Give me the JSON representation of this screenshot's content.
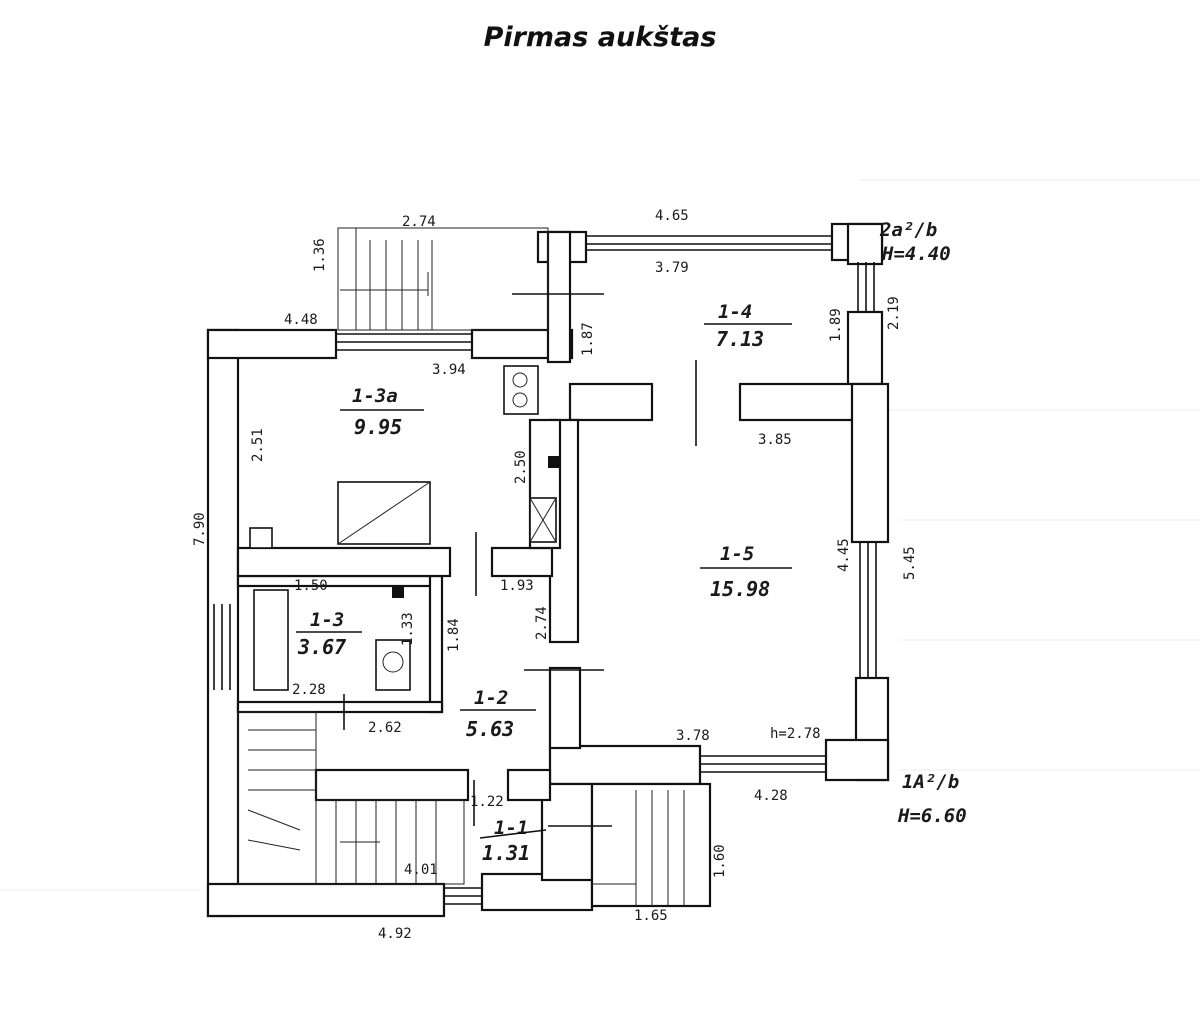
{
  "title": "Pirmas aukštas",
  "rooms": [
    {
      "id": "1-1",
      "area": "1.31"
    },
    {
      "id": "1-2",
      "area": "5.63"
    },
    {
      "id": "1-3",
      "area": "3.67"
    },
    {
      "id": "1-3a",
      "area": "9.95"
    },
    {
      "id": "1-4",
      "area": "7.13"
    },
    {
      "id": "1-5",
      "area": "15.98"
    }
  ],
  "dimensions": [
    "2.74",
    "4.65",
    "3.79",
    "1.36",
    "4.48",
    "3.94",
    "2.51",
    "2.50",
    "1.87",
    "1.89",
    "2.19",
    "3.85",
    "4.45",
    "5.45",
    "7.90",
    "1.50",
    "1.93",
    "1.84",
    "1.33",
    "2.74",
    "2.28",
    "2.62",
    "3.78",
    "h=2.78",
    "4.28",
    "1.22",
    "1.60",
    "4.01",
    "1.65",
    "4.92"
  ],
  "annotations": {
    "upper_code": "2a²/b",
    "upper_height": "H=4.40",
    "main_code": "1A²/b",
    "main_height": "H=6.60"
  }
}
